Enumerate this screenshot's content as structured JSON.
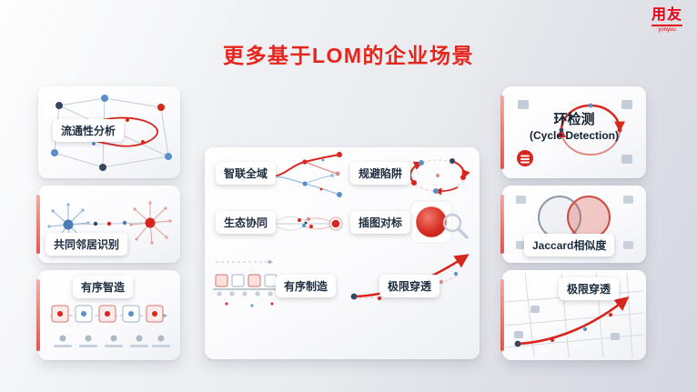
{
  "logo": {
    "brand": "用友",
    "sub": "yonyou"
  },
  "title": "更多基于LOM的企业场景",
  "cards": {
    "left": [
      {
        "label": "流通性分析"
      },
      {
        "label": "共同邻居识别"
      },
      {
        "label": "有序智造"
      }
    ],
    "center": {
      "items": [
        {
          "label": "智联全域"
        },
        {
          "label": "规避陷阱"
        },
        {
          "label": "生态协同"
        },
        {
          "label": "插图对标"
        },
        {
          "label": "有序制造"
        },
        {
          "label": "极限穿透"
        }
      ]
    },
    "right": [
      {
        "title": "环检测",
        "subtitle": "(Cycle Detection)"
      },
      {
        "label": "Jaccard相似度"
      },
      {
        "label": "极限穿透"
      }
    ]
  },
  "colors": {
    "brand_red": "#e60012",
    "accent_red": "#d8261c",
    "node_blue": "#5b8fc9",
    "dark_navy": "#23364e",
    "card_bg": "#ffffff",
    "page_bg": "#e9eaef"
  }
}
